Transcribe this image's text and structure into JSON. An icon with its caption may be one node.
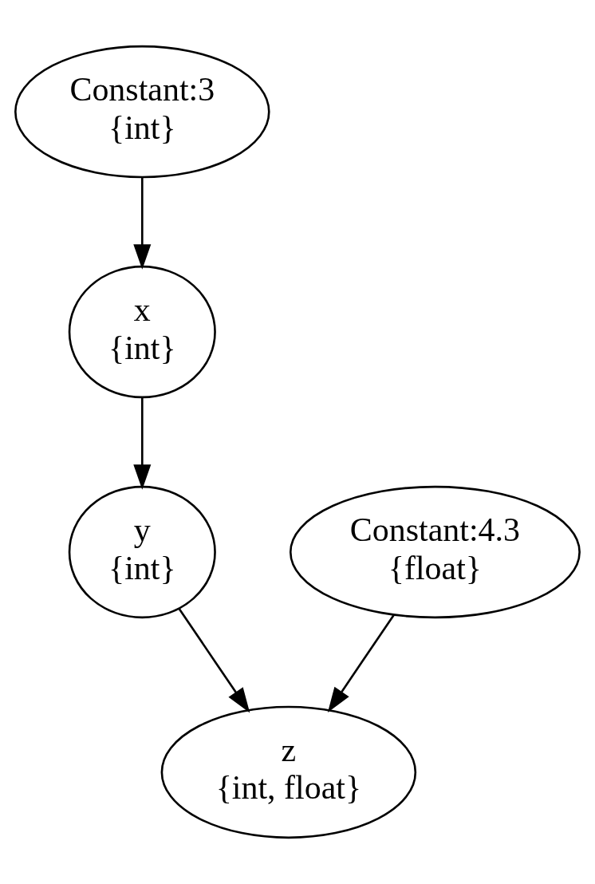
{
  "diagram": {
    "nodes": [
      {
        "text": [
          "Constant:3",
          "{int}"
        ]
      },
      {
        "text": [
          "x",
          "{int}"
        ]
      },
      {
        "text": [
          "y",
          "{int}"
        ]
      },
      {
        "text": [
          "Constant:4.3",
          "{float}"
        ]
      },
      {
        "text": [
          "z",
          "{int, float}"
        ]
      }
    ],
    "edges": [
      {
        "from": 0,
        "to": 1,
        "arrow": "to"
      },
      {
        "from": 1,
        "to": 2,
        "arrow": "to"
      },
      {
        "from": 2,
        "to": 4,
        "arrow": "to"
      },
      {
        "from": 3,
        "to": 4,
        "arrow": "to"
      }
    ]
  }
}
